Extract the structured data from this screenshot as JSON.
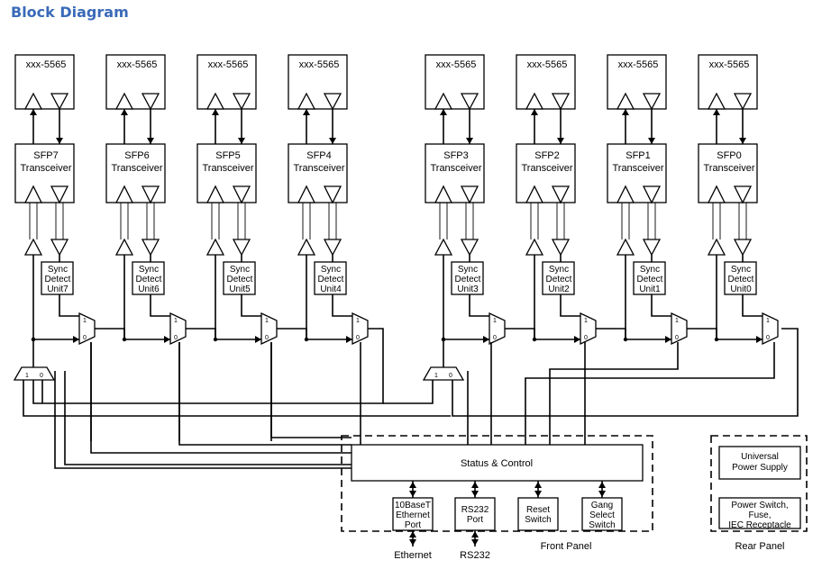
{
  "title": "Block Diagram",
  "channels": [
    {
      "module": "xxx-5565",
      "sfp": "SFP7",
      "sfp_sub": "Transceiver",
      "sync": [
        "Sync",
        "Detect",
        "Unit7"
      ]
    },
    {
      "module": "xxx-5565",
      "sfp": "SFP6",
      "sfp_sub": "Transceiver",
      "sync": [
        "Sync",
        "Detect",
        "Unit6"
      ]
    },
    {
      "module": "xxx-5565",
      "sfp": "SFP5",
      "sfp_sub": "Transceiver",
      "sync": [
        "Sync",
        "Detect",
        "Unit5"
      ]
    },
    {
      "module": "xxx-5565",
      "sfp": "SFP4",
      "sfp_sub": "Transceiver",
      "sync": [
        "Sync",
        "Detect",
        "Unit4"
      ]
    },
    {
      "module": "xxx-5565",
      "sfp": "SFP3",
      "sfp_sub": "Transceiver",
      "sync": [
        "Sync",
        "Detect",
        "Unit3"
      ]
    },
    {
      "module": "xxx-5565",
      "sfp": "SFP2",
      "sfp_sub": "Transceiver",
      "sync": [
        "Sync",
        "Detect",
        "Unit2"
      ]
    },
    {
      "module": "xxx-5565",
      "sfp": "SFP1",
      "sfp_sub": "Transceiver",
      "sync": [
        "Sync",
        "Detect",
        "Unit1"
      ]
    },
    {
      "module": "xxx-5565",
      "sfp": "SFP0",
      "sfp_sub": "Transceiver",
      "sync": [
        "Sync",
        "Detect",
        "Unit0"
      ]
    }
  ],
  "mux_labels": {
    "one": "1",
    "zero": "0"
  },
  "status_control": "Status & Control",
  "front_ports": [
    {
      "lines": [
        "10BaseT",
        "Ethernet",
        "Port"
      ],
      "external": "Ethernet"
    },
    {
      "lines": [
        "RS232",
        "Port"
      ],
      "external": "RS232"
    },
    {
      "lines": [
        "Reset",
        "Switch"
      ],
      "external": ""
    },
    {
      "lines": [
        "Gang",
        "Select",
        "Switch"
      ],
      "external": ""
    }
  ],
  "front_panel": "Front Panel",
  "rear_panel": "Rear Panel",
  "rear_items": [
    {
      "lines": [
        "Universal",
        "Power Supply"
      ]
    },
    {
      "lines": [
        "Power Switch,",
        "Fuse,",
        "IEC Receptacle"
      ]
    }
  ]
}
